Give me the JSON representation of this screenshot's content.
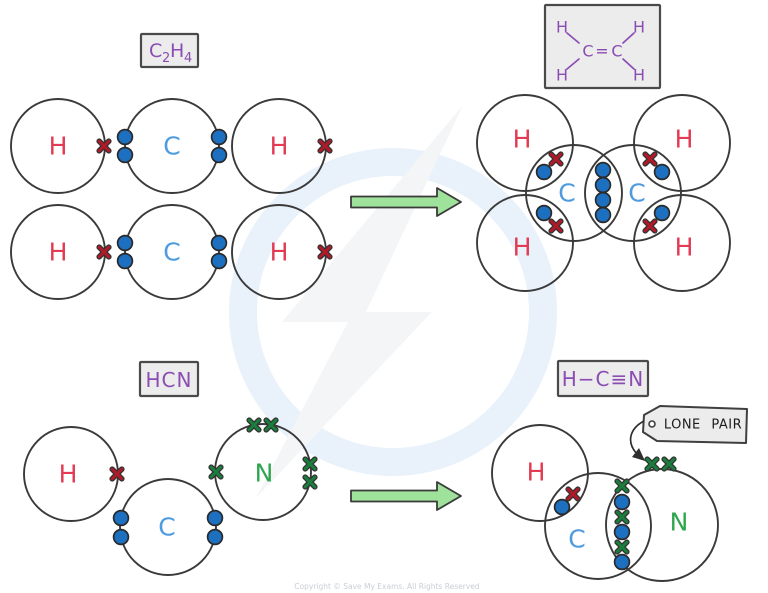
{
  "colors": {
    "hydrogen": "#e23b53",
    "carbon": "#4f9be0",
    "nitrogen": "#2ea64e",
    "dot_blue": "#1d6fc0",
    "cross_red": "#b01a28",
    "cross_green": "#1a7d3c",
    "formula_purple": "#8b4db3",
    "arrow_green": "#9fe29b",
    "outline": "#3a3a3a",
    "box_fill": "#ececec",
    "watermark_blue": "#e9f2fa",
    "watermark_grey": "#f4f5f7"
  },
  "atoms": {
    "hydrogen": "H",
    "carbon": "C",
    "nitrogen": "N"
  },
  "ethene": {
    "formula": {
      "c": "C",
      "sub2": "2",
      "h": "H",
      "sub4": "4"
    },
    "structural_double_bond": "="
  },
  "hcn": {
    "formula": "HCN",
    "structural": "H−C≡N",
    "lone_pair_label": "LONE PAIR"
  },
  "footer": {
    "copyright": "Copyright © Save My Exams. All Rights Reserved"
  }
}
